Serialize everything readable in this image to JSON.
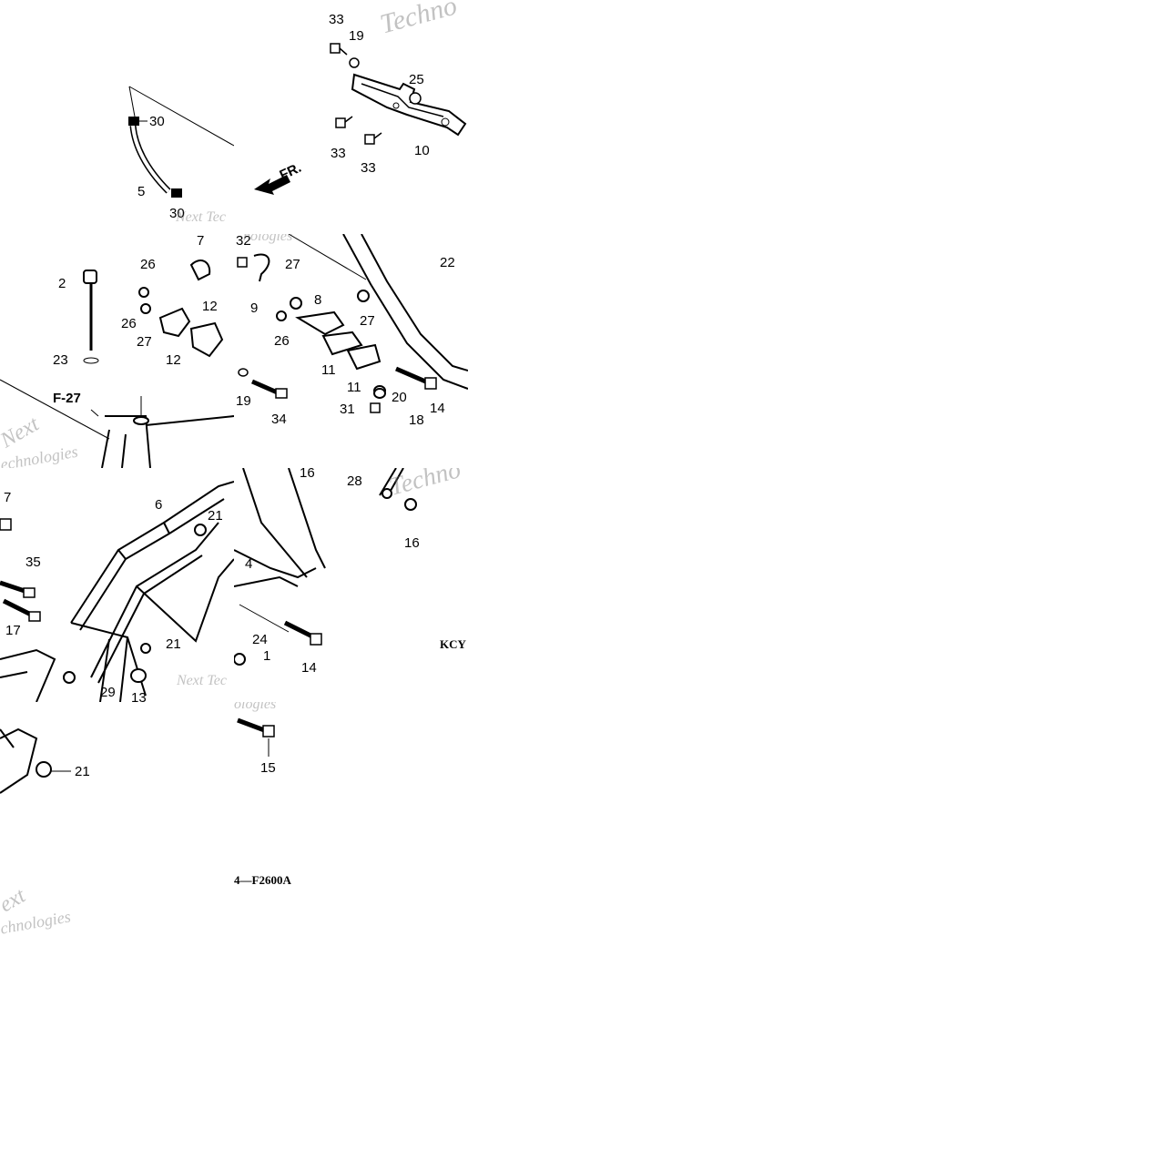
{
  "diagram": {
    "drawing_code": "4—F2600A",
    "model_code_partial": "KCY",
    "forward_label": "FR.",
    "cross_ref": "F-27",
    "watermark_texts": [
      "Techno",
      "Next Tec",
      "nologies",
      "Next",
      "echnologies",
      "ext",
      "chnologies",
      "Next Tec",
      "ologies"
    ],
    "callouts": {
      "t1": [
        "33",
        "19",
        "25",
        "33",
        "33",
        "10",
        "30",
        "5",
        "30"
      ],
      "t2": [
        "2",
        "26",
        "7",
        "26",
        "27",
        "12",
        "12",
        "23",
        "32",
        "22",
        "27",
        "8",
        "9",
        "27",
        "26",
        "11",
        "11",
        "19",
        "34",
        "20",
        "31",
        "18",
        "14"
      ],
      "t3": [
        "7",
        "6",
        "21",
        "35",
        "17",
        "21",
        "29",
        "13",
        "16",
        "28",
        "16",
        "4",
        "24",
        "1",
        "14"
      ],
      "t4": [
        "21",
        "15"
      ]
    }
  }
}
